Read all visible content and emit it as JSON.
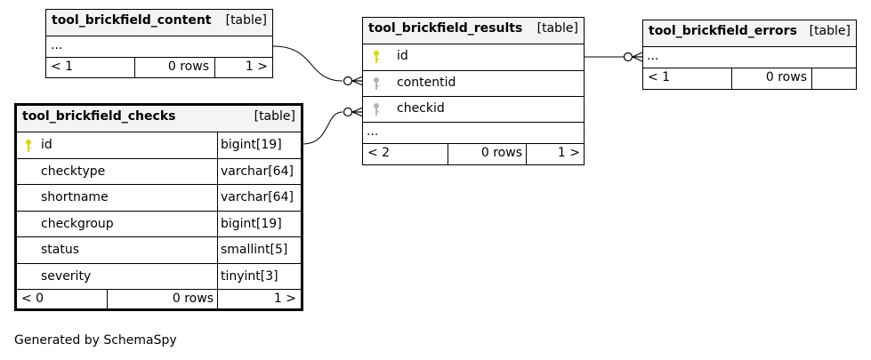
{
  "tables": {
    "content": {
      "name": "tool_brickfield_content",
      "tag": "[table]",
      "more": "...",
      "footer": {
        "left": "< 1",
        "rows": "0 rows",
        "right": "1 >"
      }
    },
    "checks": {
      "name": "tool_brickfield_checks",
      "tag": "[table]",
      "columns": [
        {
          "name": "id",
          "type": "bigint[19]",
          "key": "primary"
        },
        {
          "name": "checktype",
          "type": "varchar[64]",
          "key": ""
        },
        {
          "name": "shortname",
          "type": "varchar[64]",
          "key": ""
        },
        {
          "name": "checkgroup",
          "type": "bigint[19]",
          "key": ""
        },
        {
          "name": "status",
          "type": "smallint[5]",
          "key": ""
        },
        {
          "name": "severity",
          "type": "tinyint[3]",
          "key": ""
        }
      ],
      "footer": {
        "left": "< 0",
        "rows": "0 rows",
        "right": "1 >"
      }
    },
    "results": {
      "name": "tool_brickfield_results",
      "tag": "[table]",
      "columns": [
        {
          "name": "id",
          "key": "primary"
        },
        {
          "name": "contentid",
          "key": "foreign"
        },
        {
          "name": "checkid",
          "key": "foreign"
        }
      ],
      "more": "...",
      "footer": {
        "left": "< 2",
        "rows": "0 rows",
        "right": "1 >"
      }
    },
    "errors": {
      "name": "tool_brickfield_errors",
      "tag": "[table]",
      "more": "...",
      "footer": {
        "left": "< 1",
        "rows": "0 rows",
        "right": ""
      }
    }
  },
  "colors": {
    "primary_key": "#d8d800",
    "foreign_key": "#b4b4b4",
    "header_bg": "#f4f4f4"
  },
  "footer_note": "Generated by SchemaSpy"
}
